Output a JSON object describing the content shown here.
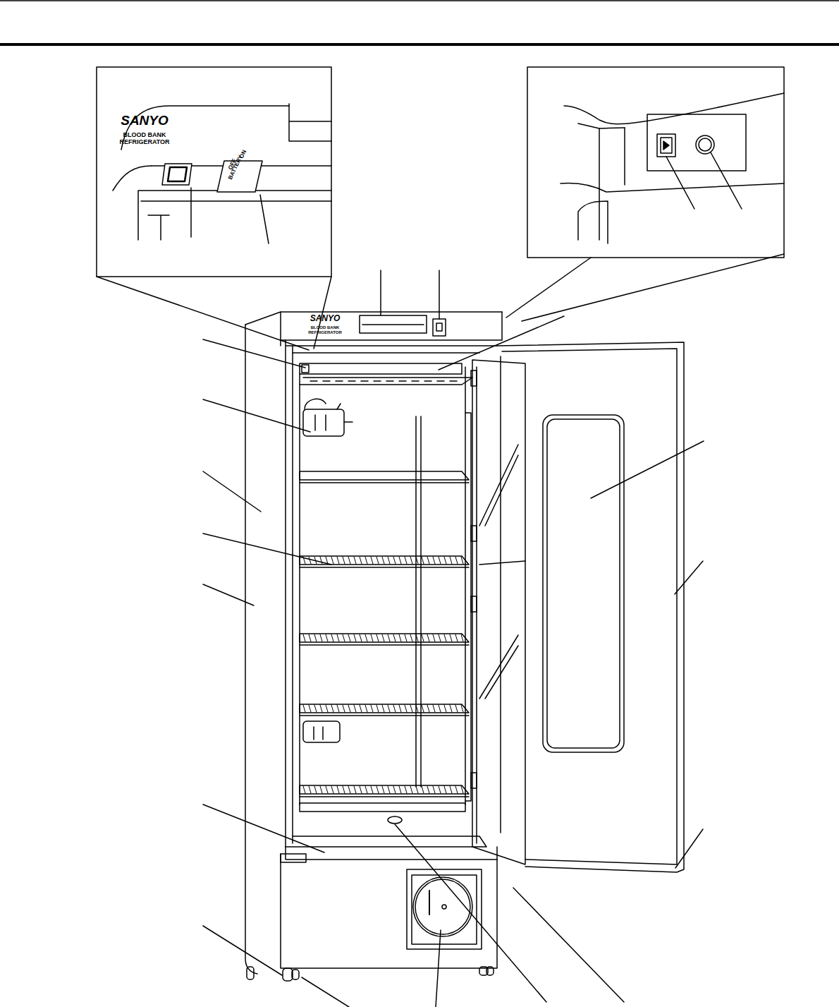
{
  "diagram": {
    "labels": [
      "SANYO",
      "BLOOD BANK REFRIGERATOR",
      "ON",
      "OFF",
      "BATTERY",
      "SANYO",
      "BLOOD BANK REFRIGERATOR"
    ]
  }
}
